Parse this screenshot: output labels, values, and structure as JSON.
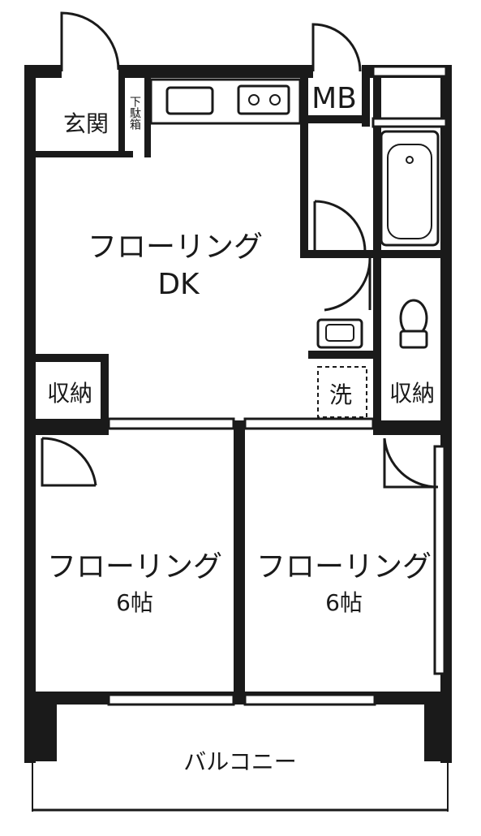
{
  "rooms": {
    "entrance": "玄関",
    "shoebox": "下駄箱",
    "mb": "MB",
    "dk_name": "フローリング",
    "dk_type": "DK",
    "storage_left": "収納",
    "storage_right": "収納",
    "washer": "洗",
    "bed_left_name": "フローリング",
    "bed_left_size": "6帖",
    "bed_right_name": "フローリング",
    "bed_right_size": "6帖",
    "balcony": "バルコニー"
  }
}
